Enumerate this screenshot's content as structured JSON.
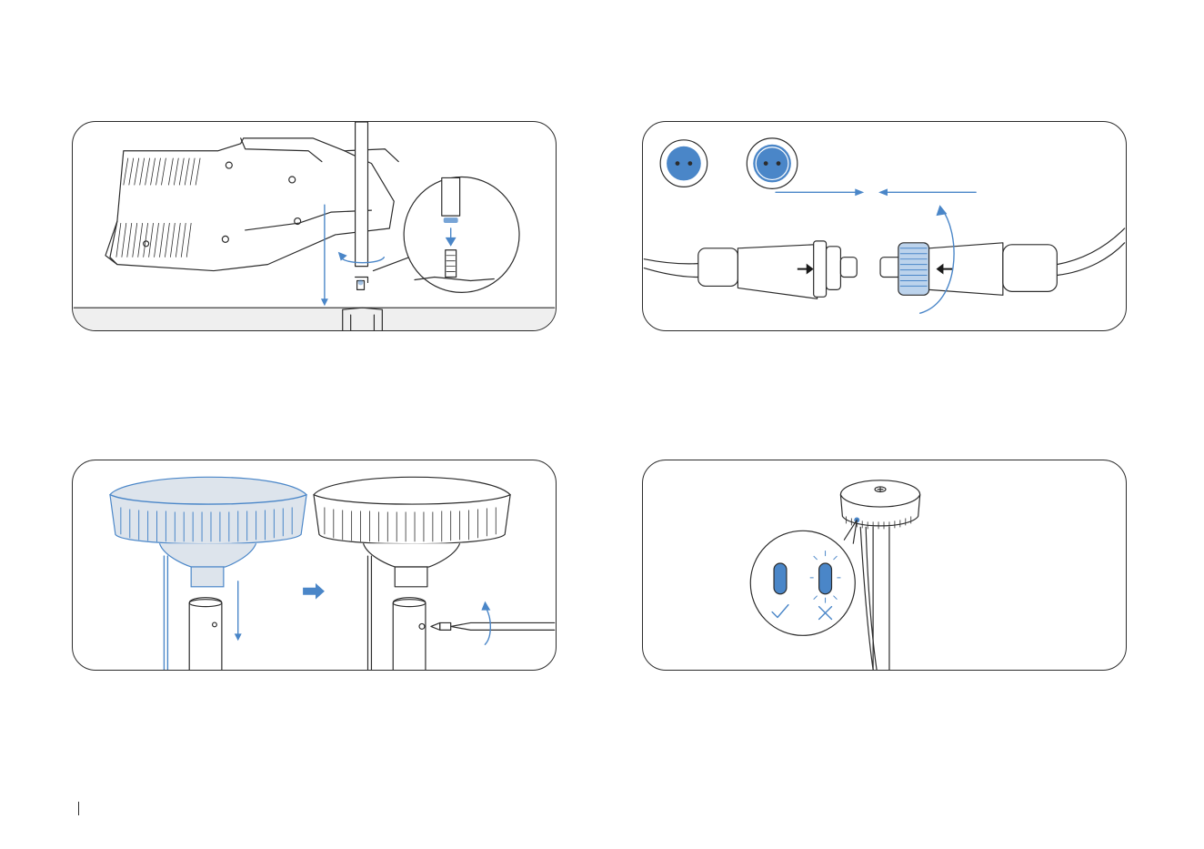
{
  "figures": [
    {
      "id": "step-mount-bracket"
    },
    {
      "id": "step-connect-cable"
    },
    {
      "id": "step-attach-cap"
    },
    {
      "id": "step-check-indicator"
    }
  ],
  "colors": {
    "accent": "#4a86c8",
    "line": "#2c2c2c",
    "floor": "#efefef"
  },
  "icons": [
    "arrow-right-icon",
    "rotate-arrow-icon",
    "check-icon",
    "cross-icon"
  ]
}
